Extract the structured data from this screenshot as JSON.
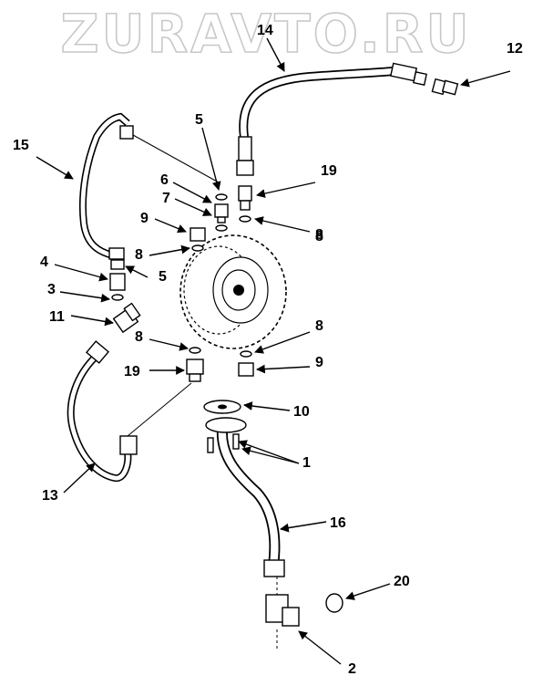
{
  "watermark": {
    "text": "ZURAVTO.RU"
  },
  "callouts": [
    "1",
    "2",
    "3",
    "4",
    "5",
    "5",
    "6",
    "7",
    "8",
    "8",
    "8",
    "8",
    "8",
    "9",
    "9",
    "10",
    "11",
    "12",
    "13",
    "14",
    "15",
    "16",
    "19",
    "19",
    "20"
  ]
}
